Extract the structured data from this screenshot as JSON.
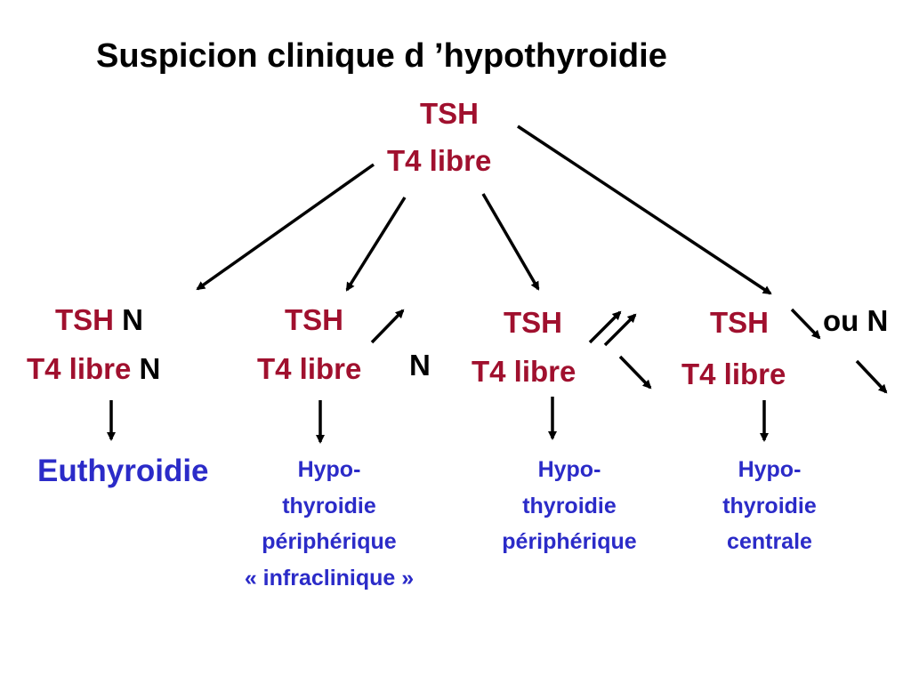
{
  "title": "Suspicion clinique  d ’hypothyroidie",
  "root": {
    "line1": "TSH",
    "line2": "T4 libre"
  },
  "branches": [
    {
      "tsh": "TSH",
      "tsh_mark": "N",
      "t4": "T4 libre",
      "t4_mark": "N",
      "result": [
        "Euthyroidie"
      ]
    },
    {
      "tsh": "TSH",
      "tsh_mark": "up-arrow",
      "t4": "T4 libre",
      "t4_mark": "N",
      "result": [
        "Hypo-",
        "thyroidie",
        "périphérique",
        "« infraclinique »"
      ]
    },
    {
      "tsh": "TSH",
      "tsh_mark": "double-up-arrow",
      "t4": "T4 libre",
      "t4_mark": "down-arrow",
      "result": [
        "Hypo-",
        "thyroidie",
        "périphérique"
      ]
    },
    {
      "tsh": "TSH",
      "tsh_mark": "down-arrow",
      "tsh_alt": "ou N",
      "t4": "T4 libre",
      "t4_mark": "down-arrow",
      "result": [
        "Hypo-",
        "thyroidie",
        "centrale"
      ]
    }
  ],
  "colors": {
    "heading": "#000000",
    "lab": "#A0102E",
    "result": "#2B2BC8",
    "arrow": "#000000"
  }
}
